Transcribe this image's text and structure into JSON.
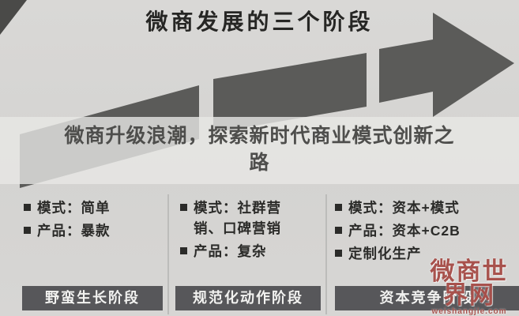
{
  "title": "微商发展的三个阶段",
  "headline": {
    "line1": "微商升级浪潮，探索新时代商业模式创新之",
    "line2": "路"
  },
  "stages": [
    {
      "bullets": [
        "模式：简单",
        "产品：暴款"
      ],
      "banner": "野蛮生长阶段"
    },
    {
      "bullets": [
        "模式：社群营销、口碑营销",
        "产品：复杂"
      ],
      "banner": "规范化动作阶段"
    },
    {
      "bullets": [
        "模式：资本+模式",
        "产品：资本+C2B",
        "定制化生产"
      ],
      "banner": "资本竞争阶段"
    }
  ],
  "watermark": {
    "text": "微商世界网",
    "subtext": "weishangjie.com"
  },
  "colors": {
    "background": "#d5d4d2",
    "arrow": "#5b5b59",
    "banner_bg": "#57575a",
    "headline_text": "#4e4e4c",
    "bullet_text": "#2b2b29",
    "watermark": "#9c3a34"
  }
}
